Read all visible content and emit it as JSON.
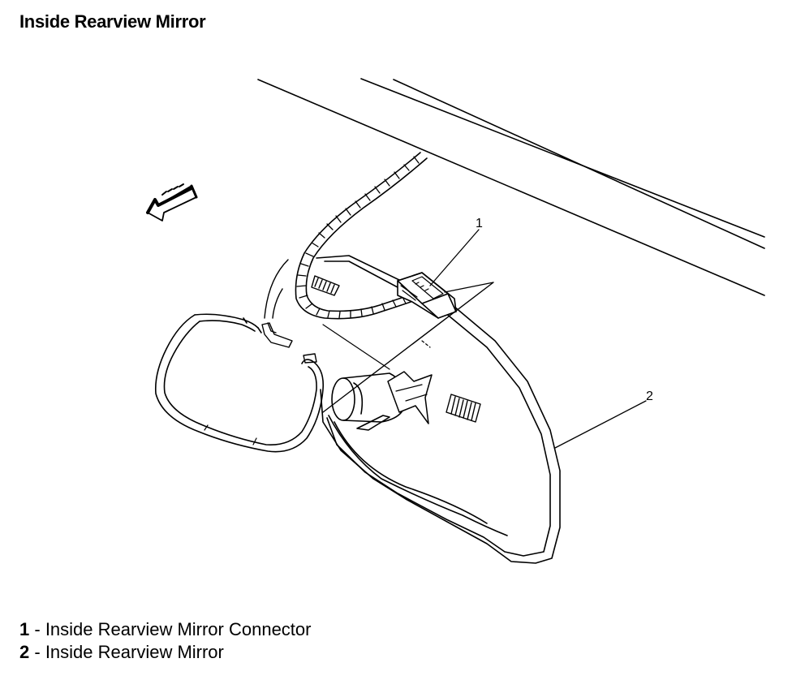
{
  "title": "Inside Rearview Mirror",
  "callouts": [
    {
      "number": "1",
      "label": "Inside Rearview Mirror Connector"
    },
    {
      "number": "2",
      "label": "Inside Rearview Mirror"
    }
  ],
  "separator": " - ",
  "icons": {
    "direction_arrow": "forward-arrow-icon"
  },
  "colors": {
    "line": "#000000",
    "background": "#ffffff"
  }
}
